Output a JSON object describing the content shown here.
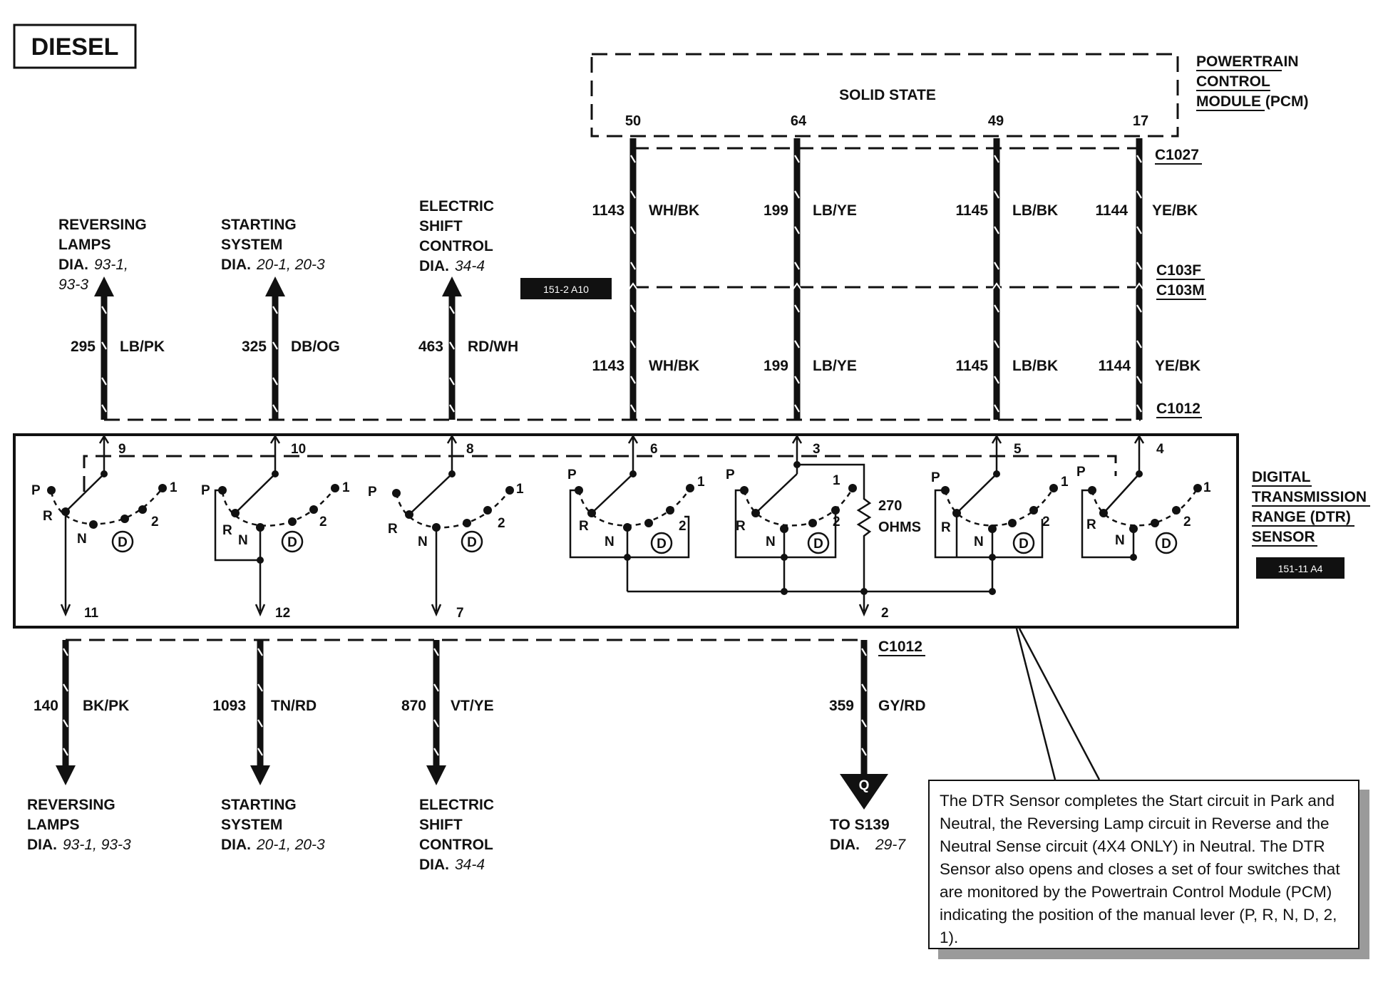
{
  "badge": "DIESEL",
  "pcm": {
    "inner_label": "SOLID STATE",
    "title_lines": [
      "POWERTRAIN",
      "CONTROL",
      "MODULE"
    ],
    "title_suffix": " (PCM)",
    "pins": [
      "50",
      "64",
      "49",
      "17"
    ]
  },
  "connectors": {
    "c1027": "C1027",
    "c103f": "C103F",
    "c103m": "C103M",
    "c1012_top": "C1012",
    "c1012_bottom": "C1012"
  },
  "page_refs": {
    "pcm_ref": "151-2 A10",
    "dtr_ref": "151-11 A4"
  },
  "dtr": {
    "title_lines": [
      "DIGITAL",
      "TRANSMISSION",
      "RANGE (DTR)",
      "SENSOR"
    ],
    "resistor_value": "270",
    "resistor_unit": "OHMS",
    "top_pins": [
      "9",
      "10",
      "8",
      "6",
      "3",
      "5",
      "4"
    ],
    "bottom_pins": [
      "11",
      "12",
      "7",
      "2"
    ],
    "positions": {
      "p": "P",
      "r": "R",
      "n": "N",
      "d": "D",
      "two": "2",
      "one": "1"
    }
  },
  "top_left_wires": [
    {
      "circuit": "295",
      "color": "LB/PK",
      "dest_lines": [
        "REVERSING",
        "LAMPS"
      ],
      "dia_label": "DIA.",
      "dia_refs": [
        "93-1,",
        "93-3"
      ]
    },
    {
      "circuit": "325",
      "color": "DB/OG",
      "dest_lines": [
        "STARTING",
        "SYSTEM"
      ],
      "dia_label": "DIA.",
      "dia_refs": [
        "20-1, 20-3"
      ]
    },
    {
      "circuit": "463",
      "color": "RD/WH",
      "dest_lines": [
        "ELECTRIC",
        "SHIFT",
        "CONTROL"
      ],
      "dia_label": "DIA.",
      "dia_refs": [
        "34-4"
      ]
    }
  ],
  "pcm_wires": [
    {
      "circuit": "1143",
      "color": "WH/BK"
    },
    {
      "circuit": "199",
      "color": "LB/YE"
    },
    {
      "circuit": "1145",
      "color": "LB/BK"
    },
    {
      "circuit": "1144",
      "color": "YE/BK"
    }
  ],
  "bottom_wires": [
    {
      "circuit": "140",
      "color": "BK/PK",
      "dest_lines": [
        "REVERSING",
        "LAMPS"
      ],
      "dia_label": "DIA.",
      "dia_refs": "93-1, 93-3"
    },
    {
      "circuit": "1093",
      "color": "TN/RD",
      "dest_lines": [
        "STARTING",
        "SYSTEM"
      ],
      "dia_label": "DIA.",
      "dia_refs": "20-1, 20-3"
    },
    {
      "circuit": "870",
      "color": "VT/YE",
      "dest_lines": [
        "ELECTRIC",
        "SHIFT",
        "CONTROL"
      ],
      "dia_label": "DIA.",
      "dia_refs": "34-4"
    },
    {
      "circuit": "359",
      "color": "GY/RD",
      "dest_lines": [
        "TO S139"
      ],
      "dia_label": "DIA.",
      "dia_refs": "29-7"
    }
  ],
  "splice_label": "Q",
  "note": "The DTR Sensor completes the Start circuit in Park and Neutral, the Reversing Lamp circuit in Reverse and the Neutral Sense circuit (4X4 ONLY) in Neutral. The DTR Sensor also opens and closes a set of four switches that are monitored by the Powertrain Control Module (PCM) indicating the position of the manual lever (P, R, N, D, 2, 1)."
}
